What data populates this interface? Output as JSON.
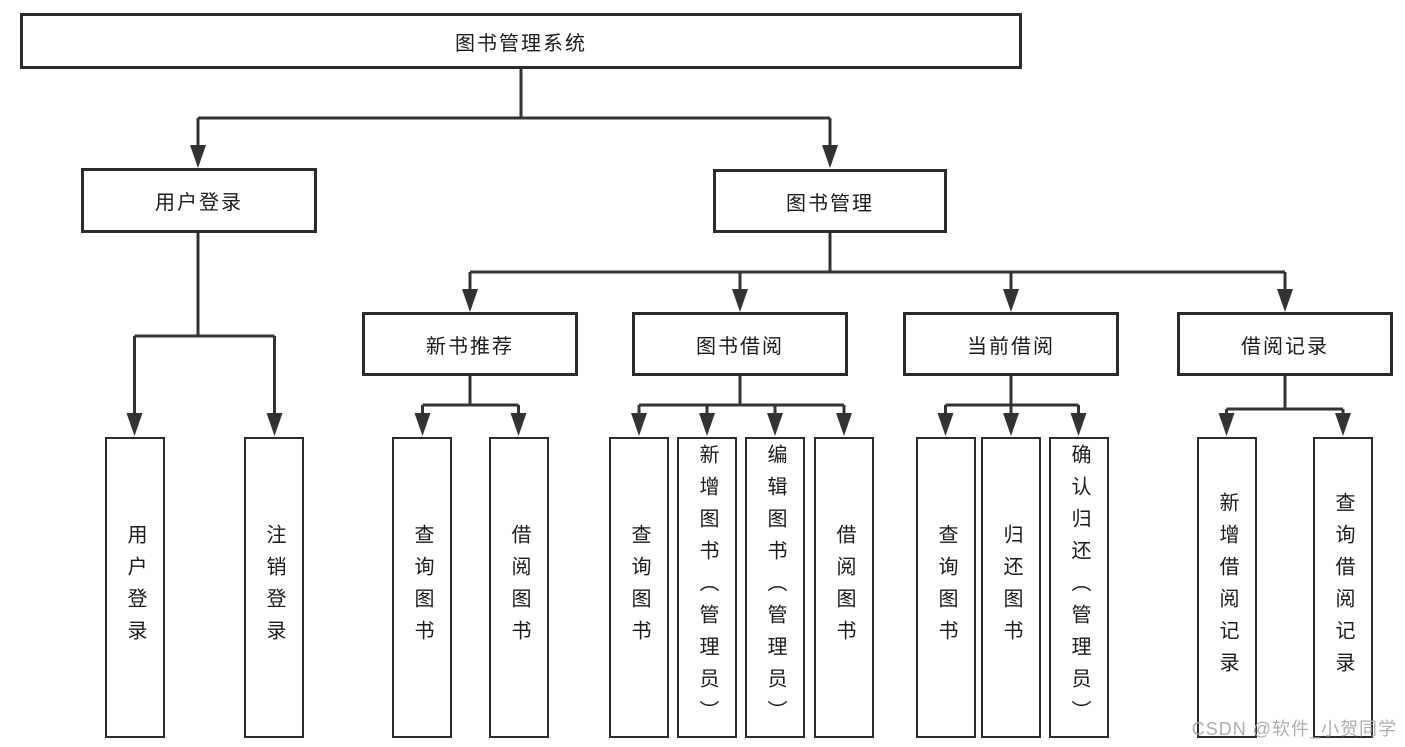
{
  "diagram": {
    "type": "hierarchy-tree",
    "title": "图书管理系统",
    "watermark": "CSDN @软件_小贺同学",
    "colors": {
      "line": "#333333",
      "box_border": "#2b2b2b",
      "text": "#1a1a1a",
      "watermark": "#aaaaaa",
      "background": "#ffffff"
    },
    "nodes": {
      "root": {
        "label": "图书管理系统"
      },
      "user_login": {
        "label": "用户登录"
      },
      "book_mgmt": {
        "label": "图书管理"
      },
      "new_book_rec": {
        "label": "新书推荐"
      },
      "book_borrow": {
        "label": "图书借阅"
      },
      "current_borrow": {
        "label": "当前借阅"
      },
      "borrow_records": {
        "label": "借阅记录"
      },
      "leaf_user_login": {
        "label": "用户登录"
      },
      "leaf_logout": {
        "label": "注销登录"
      },
      "leaf_query_book_rec": {
        "label": "查询图书"
      },
      "leaf_borrow_book_rec": {
        "label": "借阅图书"
      },
      "leaf_query_book_borrow": {
        "label": "查询图书"
      },
      "leaf_add_book_admin": {
        "label": "新增图书（管理员）"
      },
      "leaf_edit_book_admin": {
        "label": "编辑图书（管理员）"
      },
      "leaf_borrow_book_borrow": {
        "label": "借阅图书"
      },
      "leaf_query_book_current": {
        "label": "查询图书"
      },
      "leaf_return_book": {
        "label": "归还图书"
      },
      "leaf_confirm_return_admin": {
        "label": "确认归还（管理员）"
      },
      "leaf_add_borrow_record": {
        "label": "新增借阅记录"
      },
      "leaf_query_borrow_record": {
        "label": "查询借阅记录"
      }
    },
    "hierarchy": {
      "图书管理系统": {
        "用户登录": [
          "用户登录",
          "注销登录"
        ],
        "图书管理": {
          "新书推荐": [
            "查询图书",
            "借阅图书"
          ],
          "图书借阅": [
            "查询图书",
            "新增图书（管理员）",
            "编辑图书（管理员）",
            "借阅图书"
          ],
          "当前借阅": [
            "查询图书",
            "归还图书",
            "确认归还（管理员）"
          ],
          "借阅记录": [
            "新增借阅记录",
            "查询借阅记录"
          ]
        }
      }
    }
  }
}
